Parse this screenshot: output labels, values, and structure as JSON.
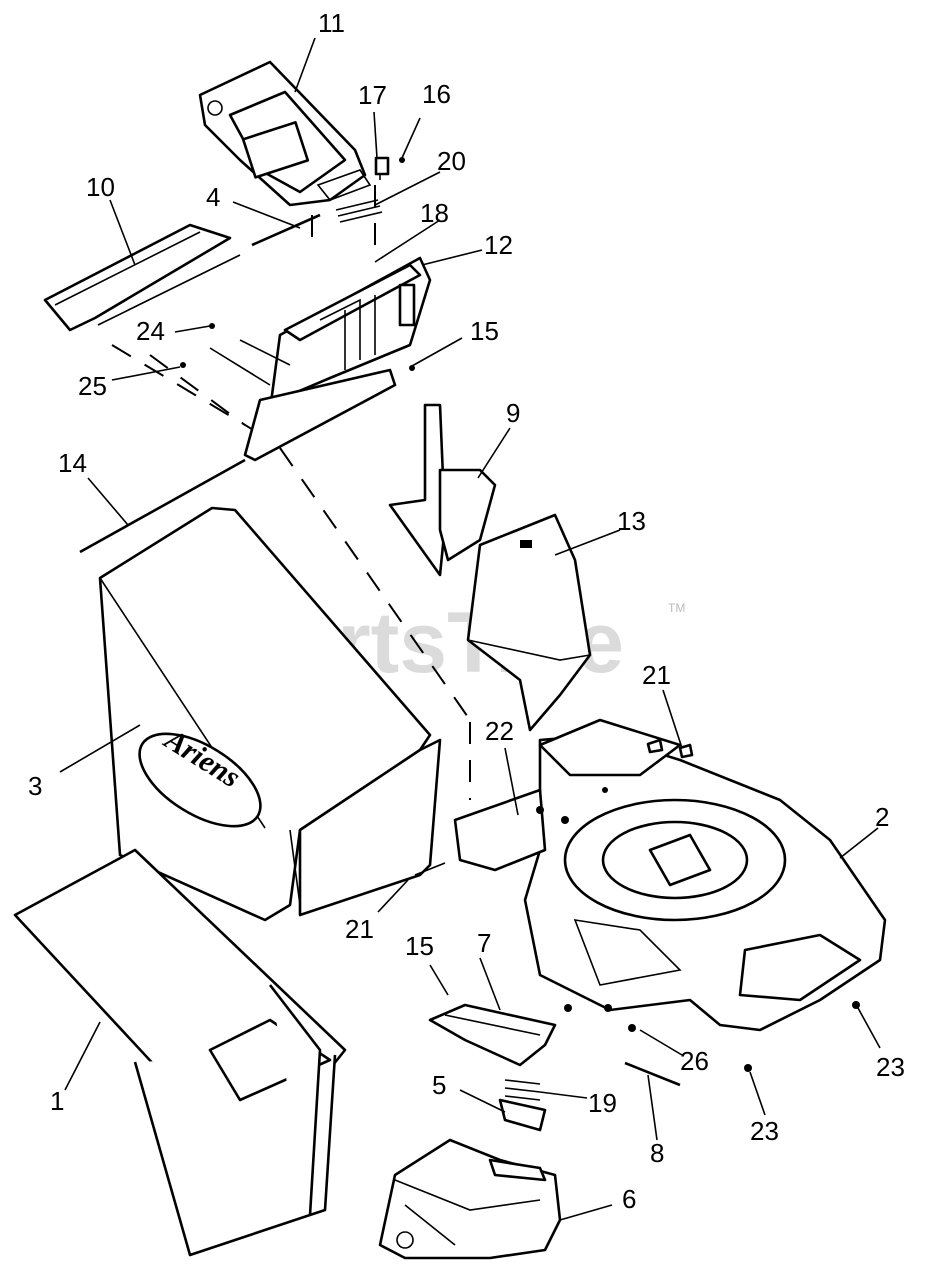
{
  "watermark": {
    "text": "PartsTree",
    "tm": "TM"
  },
  "brand_label": "Ariens",
  "callouts": [
    {
      "id": "11",
      "text": "11"
    },
    {
      "id": "17",
      "text": "17"
    },
    {
      "id": "16",
      "text": "16"
    },
    {
      "id": "20",
      "text": "20"
    },
    {
      "id": "10",
      "text": "10"
    },
    {
      "id": "4",
      "text": "4"
    },
    {
      "id": "18",
      "text": "18"
    },
    {
      "id": "12",
      "text": "12"
    },
    {
      "id": "24",
      "text": "24"
    },
    {
      "id": "15a",
      "text": "15"
    },
    {
      "id": "25",
      "text": "25"
    },
    {
      "id": "9",
      "text": "9"
    },
    {
      "id": "14",
      "text": "14"
    },
    {
      "id": "13",
      "text": "13"
    },
    {
      "id": "21a",
      "text": "21"
    },
    {
      "id": "22",
      "text": "22"
    },
    {
      "id": "3",
      "text": "3"
    },
    {
      "id": "2",
      "text": "2"
    },
    {
      "id": "21b",
      "text": "21"
    },
    {
      "id": "15b",
      "text": "15"
    },
    {
      "id": "7",
      "text": "7"
    },
    {
      "id": "26",
      "text": "26"
    },
    {
      "id": "23a",
      "text": "23"
    },
    {
      "id": "1",
      "text": "1"
    },
    {
      "id": "5",
      "text": "5"
    },
    {
      "id": "19",
      "text": "19"
    },
    {
      "id": "23b",
      "text": "23"
    },
    {
      "id": "8",
      "text": "8"
    },
    {
      "id": "6",
      "text": "6"
    }
  ]
}
